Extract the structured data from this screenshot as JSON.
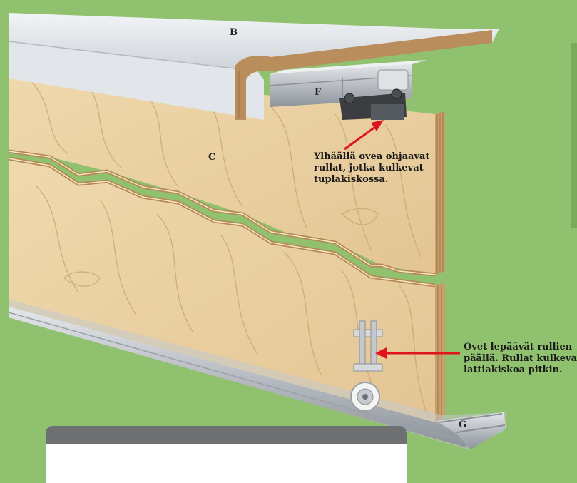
{
  "labels": {
    "b": "B",
    "f": "F",
    "c": "C",
    "g": "G"
  },
  "callouts": {
    "top": [
      "Ylhäällä ovea ohjaavat",
      "rullat, jotka kulkevat",
      "tuplakiskossa."
    ],
    "bottom": [
      "Ovet lepäävät rullien",
      "päällä. Rullat kulkevat",
      "lattiakiskoa pitkin."
    ]
  },
  "colors": {
    "background": "#8fc16e",
    "wood": "#e9cf9f",
    "wood_grain": "#c9a56c",
    "aluminium": "#c9ccd1",
    "arrow": "#e0141d",
    "card_header": "#6f7071"
  }
}
